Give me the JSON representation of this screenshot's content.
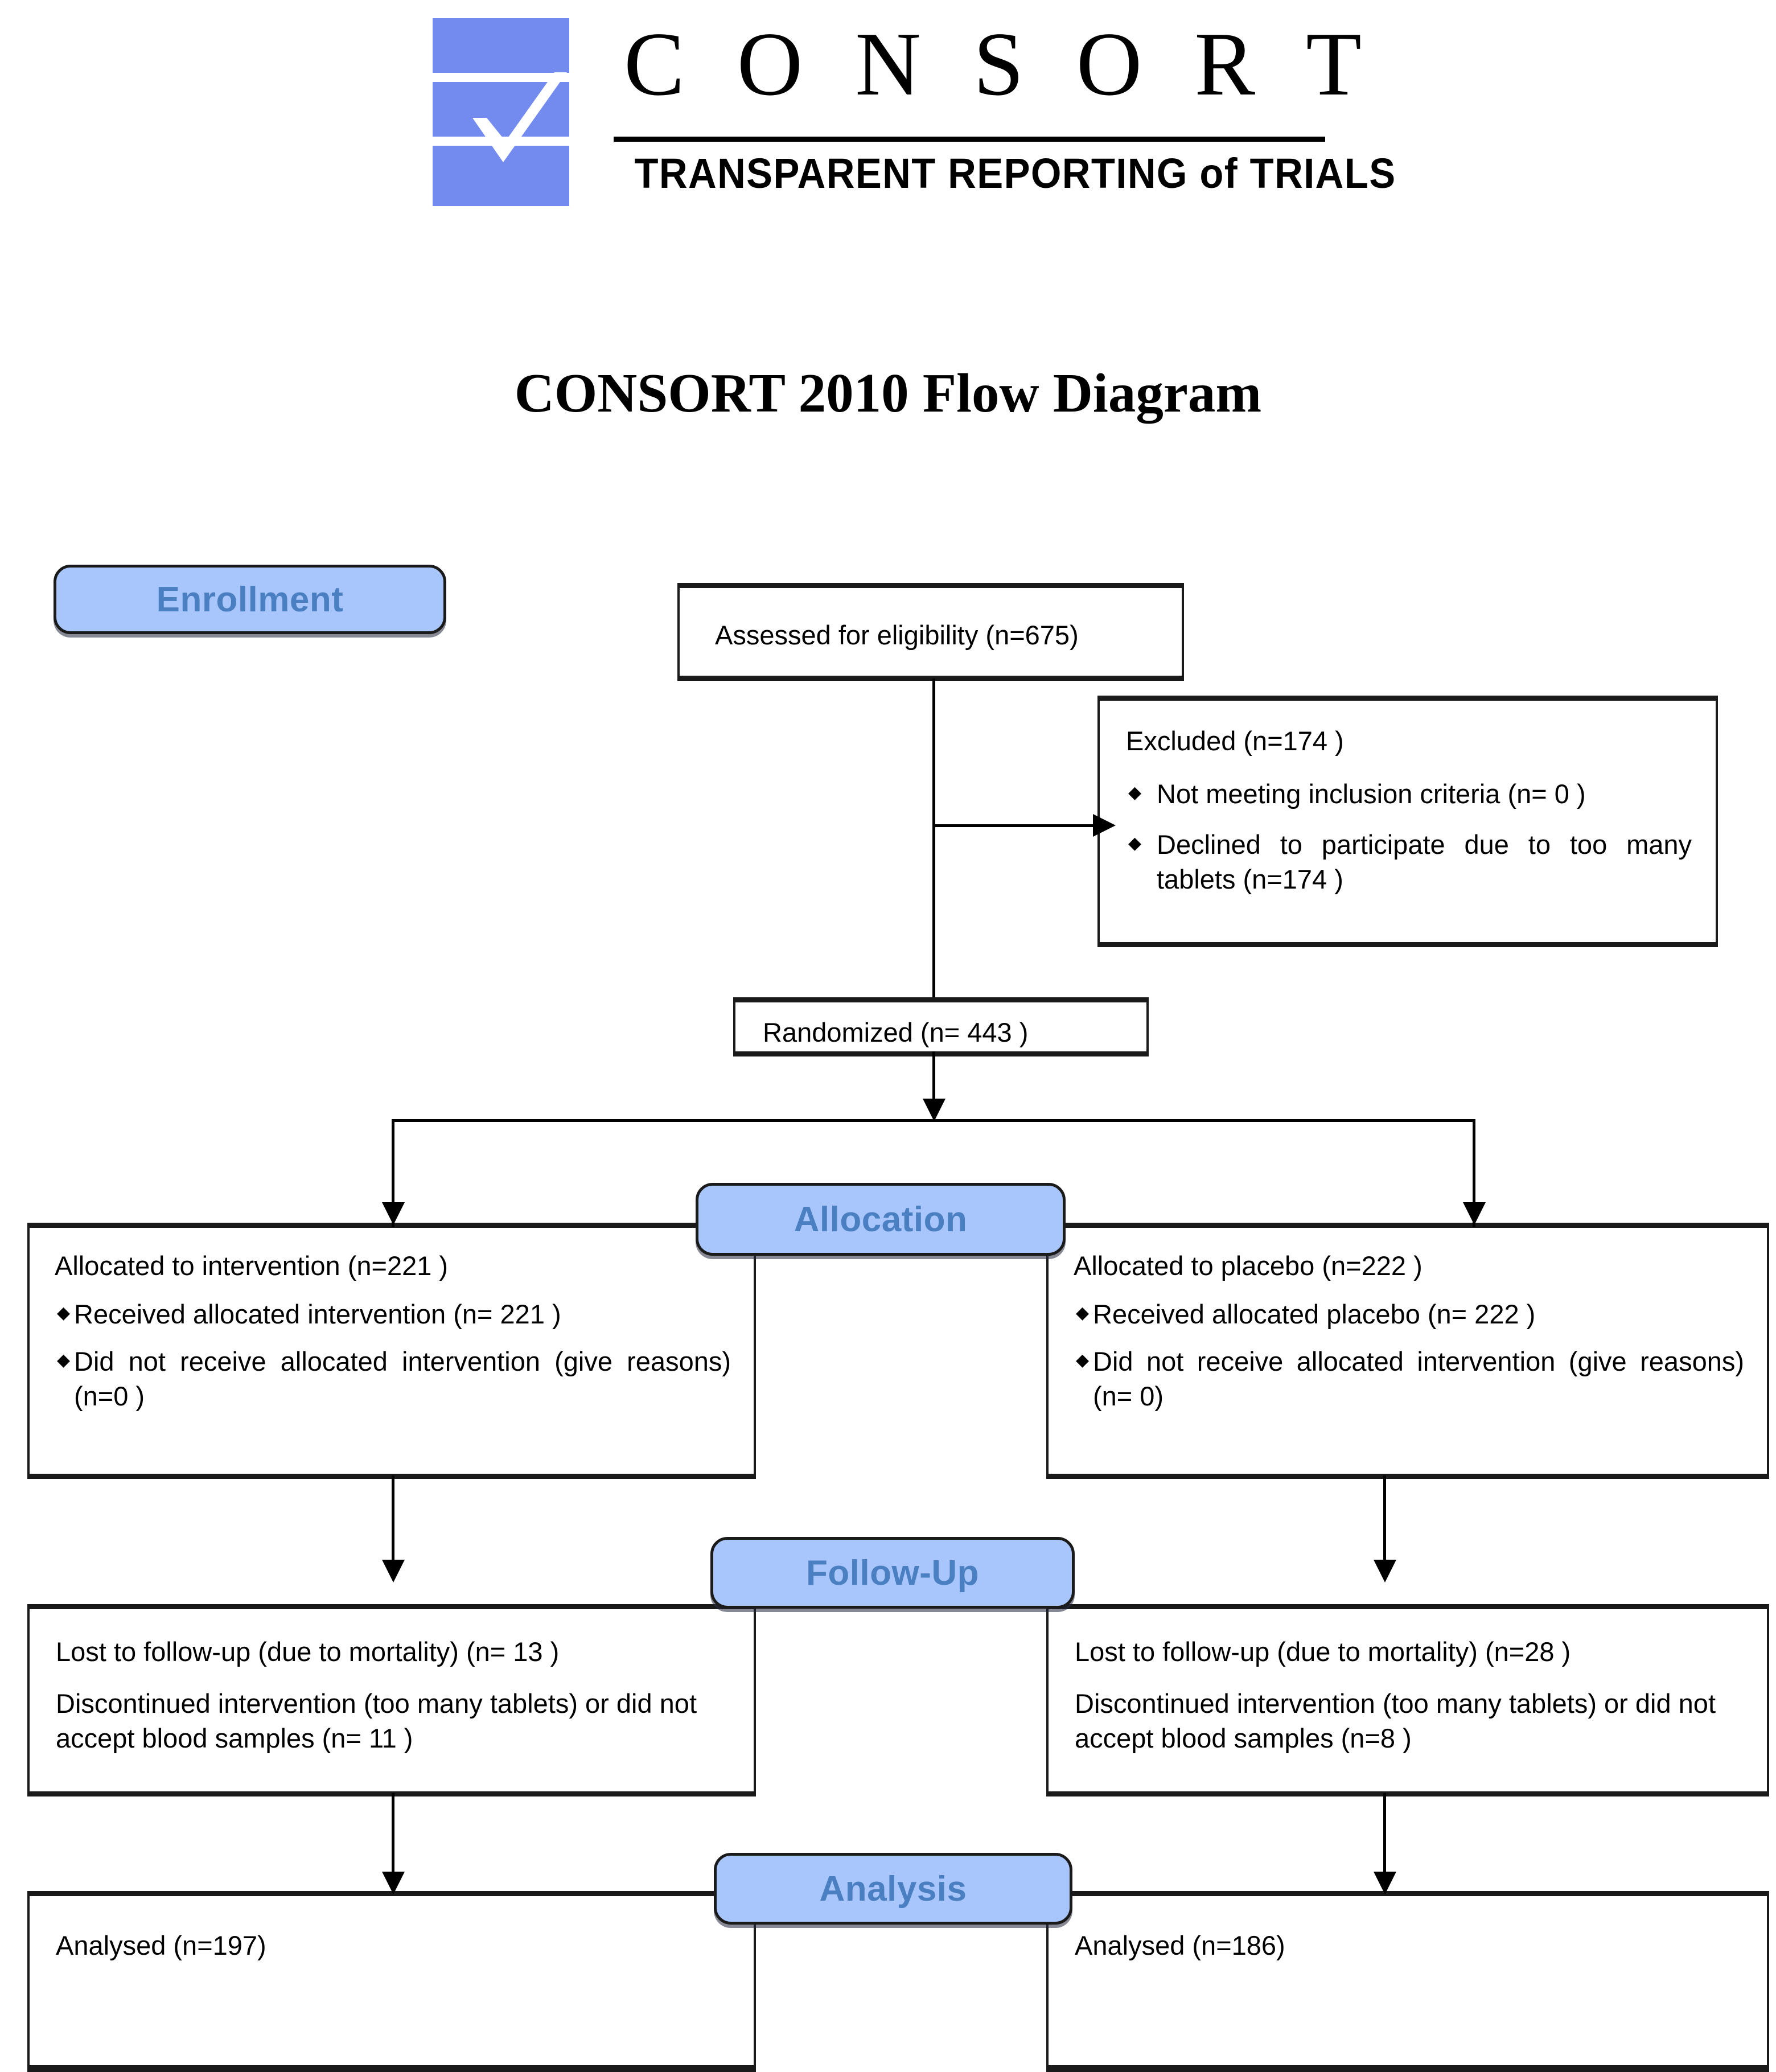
{
  "logo": {
    "wordmark": "C O N S O R T",
    "tagline": "TRANSPARENT REPORTING of TRIALS",
    "brand_color": "#738aee"
  },
  "title": "CONSORT 2010 Flow Diagram",
  "stages": {
    "enrollment": "Enrollment",
    "allocation": "Allocation",
    "followup": "Follow-Up",
    "analysis": "Analysis",
    "pill_fill": "#a8c6fc",
    "pill_text_color": "#4a7fc1"
  },
  "boxes": {
    "assessed": {
      "line1": "Assessed for eligibility (n=675)"
    },
    "excluded": {
      "heading": "Excluded (n=174 )",
      "bullets": [
        "Not meeting inclusion criteria (n= 0 )",
        "Declined to participate due to too many tablets (n=174   )"
      ]
    },
    "randomized": {
      "line1": "Randomized (n= 443 )"
    },
    "alloc_left": {
      "heading": "Allocated to intervention (n=221   )",
      "bullets": [
        "Received allocated intervention (n= 221 )",
        "Did not receive allocated intervention (give reasons) (n=0   )"
      ]
    },
    "alloc_right": {
      "heading": "Allocated to placebo (n=222   )",
      "bullets": [
        "Received allocated placebo (n= 222 )",
        "Did not receive allocated intervention (give reasons) (n=   0)"
      ]
    },
    "followup_left": {
      "line1": "Lost to follow-up (due to mortality) (n= 13 )",
      "line2": "Discontinued intervention (too many tablets) or did not accept blood samples (n= 11   )"
    },
    "followup_right": {
      "line1": "Lost to follow-up (due to mortality) (n=28 )",
      "line2": "Discontinued intervention (too many tablets) or did not accept blood samples (n=8   )"
    },
    "analysed_left": {
      "line1": "Analysed   (n=197)"
    },
    "analysed_right": {
      "line1": "Analysed   (n=186)"
    }
  }
}
